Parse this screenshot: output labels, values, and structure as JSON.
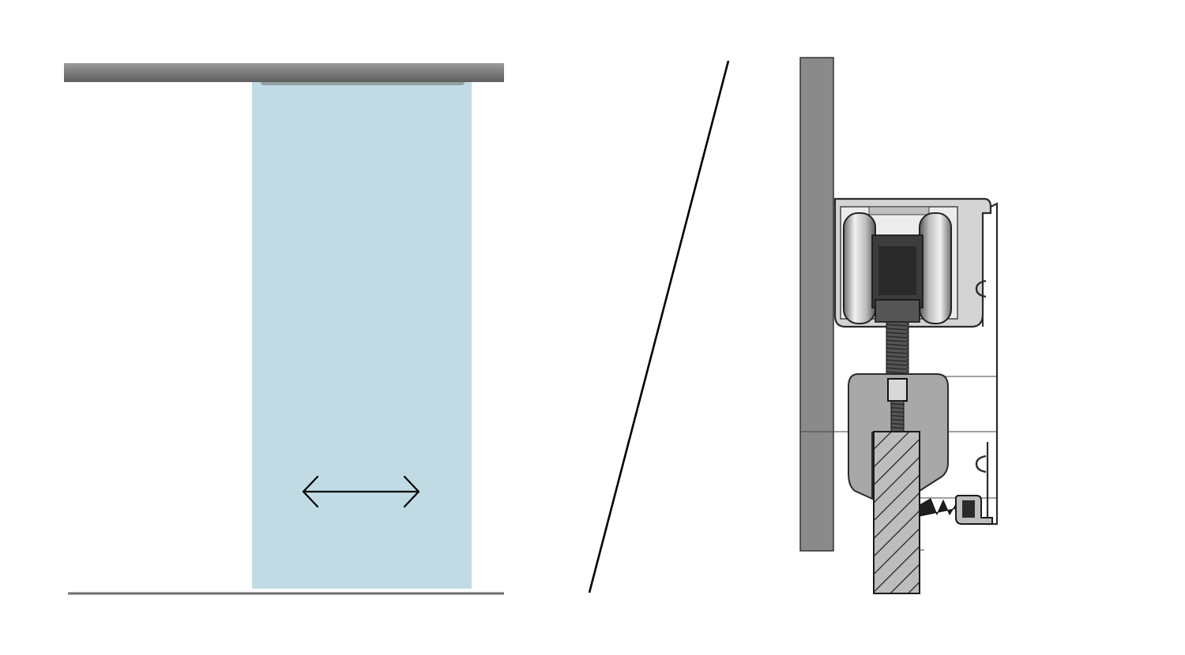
{
  "diagram": {
    "left_view": {
      "components": [
        "track-rail",
        "glass-panel",
        "floor-line",
        "slide-direction-arrow"
      ],
      "arrow_icon": "double-headed-arrow-icon"
    },
    "divider": "diagonal-divider-line",
    "right_view": {
      "components": [
        "wall",
        "track-profile",
        "roller-left",
        "roller-right",
        "roller-axle",
        "hanger-bolt",
        "door-clamp",
        "door-section-hatched",
        "floor-guide",
        "guide-spring"
      ]
    },
    "colors": {
      "background": "#ffffff",
      "rail": "#7a7a7a",
      "glass": "#c1dbe4",
      "wall": "#8a8a8a",
      "profile": "#d6d6d6",
      "clamp": "#a8a8a8",
      "line": "#000000"
    }
  }
}
